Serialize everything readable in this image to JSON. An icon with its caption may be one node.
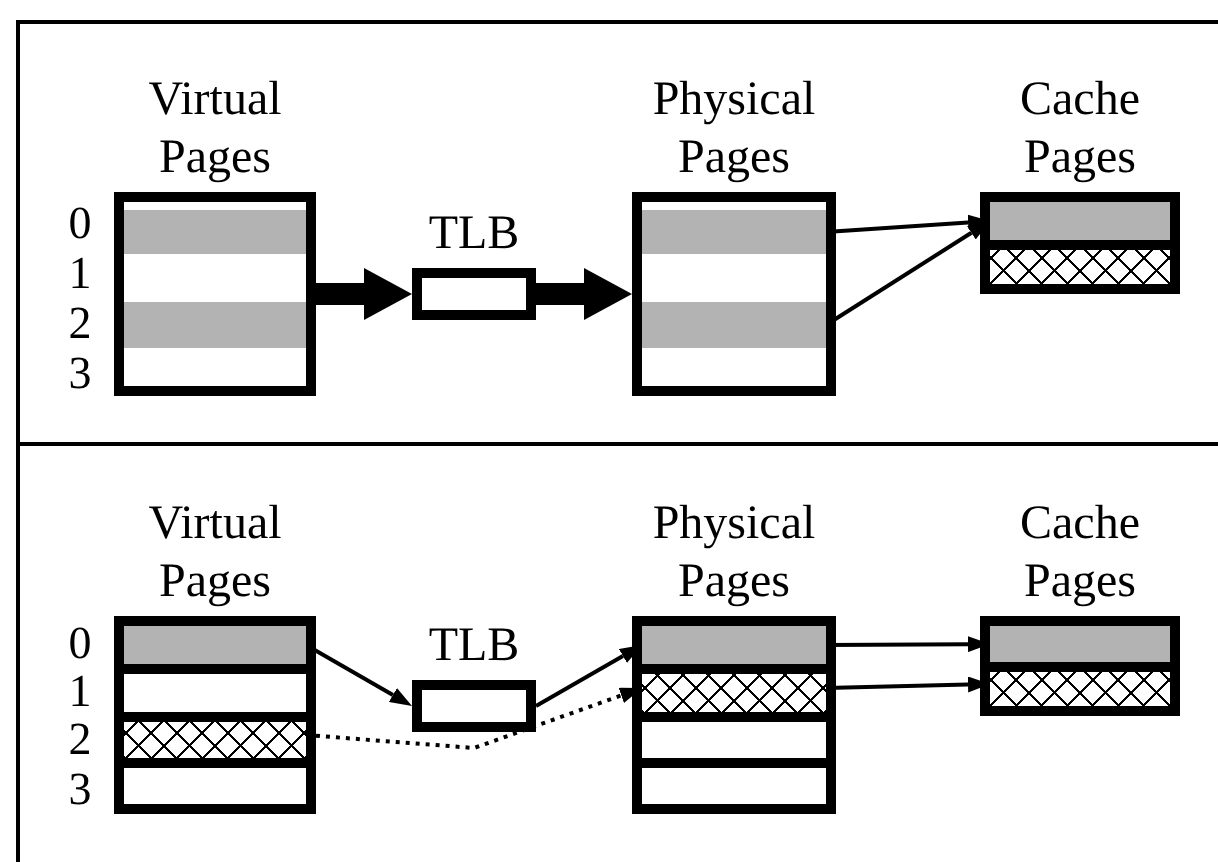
{
  "diagram": {
    "nodes": [
      {
        "text": [
          "Virtual Pages"
        ],
        "beside": [
          "0",
          "1",
          "2",
          "3"
        ]
      },
      {
        "text": [
          "TLB"
        ]
      },
      {
        "text": [
          "Physical Pages"
        ]
      },
      {
        "text": [],
        "shape": "bar",
        "in": 2
      },
      {
        "text": [],
        "shape": "bar",
        "in": 2
      },
      {
        "text": [
          "Cache Pages"
        ]
      },
      {
        "text": [],
        "shape": "box",
        "in": 5
      },
      {
        "text": [],
        "shape": "box",
        "in": 5
      },
      {
        "text": [
          "Virtual Pages"
        ],
        "beside": [
          "0",
          "1",
          "2",
          "3"
        ]
      },
      {
        "text": [],
        "shape": "box",
        "in": 8
      },
      {
        "text": [],
        "shape": "box",
        "in": 8
      },
      {
        "text": [],
        "shape": "box",
        "in": 8
      },
      {
        "text": [],
        "shape": "box",
        "in": 8
      },
      {
        "text": [
          "TLB"
        ]
      },
      {
        "text": [
          "Physical Pages"
        ]
      },
      {
        "text": [],
        "shape": "box",
        "in": 14
      },
      {
        "text": [],
        "shape": "box",
        "in": 14
      },
      {
        "text": [],
        "shape": "box",
        "in": 14
      },
      {
        "text": [],
        "shape": "box",
        "in": 14
      },
      {
        "text": [
          "Cache Pages"
        ]
      },
      {
        "text": [],
        "shape": "box",
        "in": 19
      },
      {
        "text": [],
        "shape": "box",
        "in": 19
      }
    ],
    "edges": [
      {
        "from": 0,
        "to": 1,
        "arrow": "to",
        "style": "thick"
      },
      {
        "from": 1,
        "to": 2,
        "arrow": "to",
        "style": "thick"
      },
      {
        "from": 3,
        "to": 6,
        "arrow": "to"
      },
      {
        "from": 4,
        "to": 6,
        "arrow": "to"
      },
      {
        "from": 9,
        "to": 13,
        "arrow": "to"
      },
      {
        "from": 13,
        "to": 15,
        "arrow": "to"
      },
      {
        "from": 11,
        "to": 16,
        "arrow": "to",
        "style": "dashed"
      },
      {
        "from": 15,
        "to": 20,
        "arrow": "to"
      },
      {
        "from": 16,
        "to": 21,
        "arrow": "to"
      }
    ]
  }
}
